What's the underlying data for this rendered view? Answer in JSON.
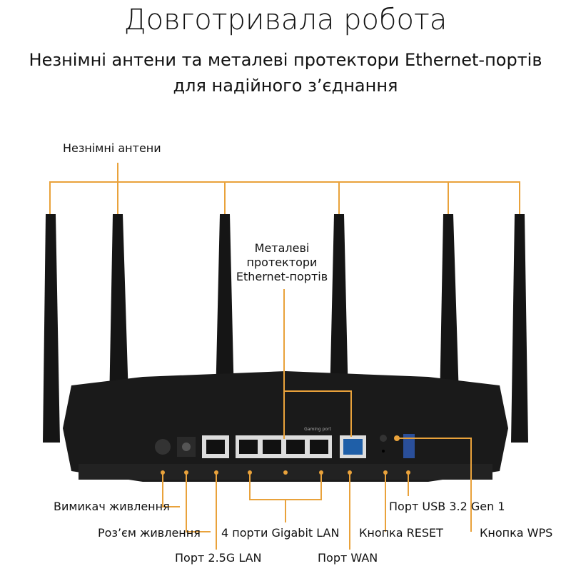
{
  "title": "Довготривала робота",
  "subtitle": [
    "Незнімні антени та металеві протектори Ethernet-портів",
    "для надійного з’єднання"
  ],
  "callouts": {
    "antennas": "Незнімні антени",
    "protectors": [
      "Металеві",
      "протектори",
      "Ethernet-портів"
    ],
    "power_switch": "Вимикач живлення",
    "power_jack": "Роз’єм живлення",
    "lan_25g": "Порт 2.5G LAN",
    "gigabit_lan": "4 порти Gigabit LAN",
    "wan": "Порт WAN",
    "reset": "Кнопка RESET",
    "usb": "Порт USB 3.2 Gen 1",
    "wps": "Кнопка WPS"
  },
  "router_text": {
    "gaming_port": "Gaming port"
  },
  "colors": {
    "accent": "#E9A23B",
    "router": "#1a1a1a",
    "wan_port": "#1f5fa8"
  }
}
